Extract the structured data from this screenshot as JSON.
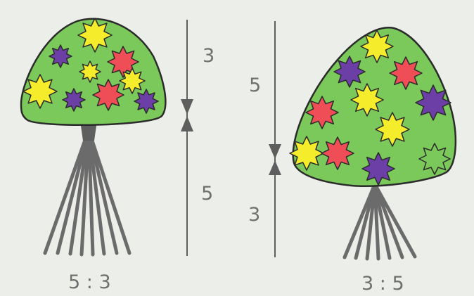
{
  "left_figure": {
    "upper_segment_label": "3",
    "lower_segment_label": "5",
    "ratio_caption": "5 : 3"
  },
  "right_figure": {
    "upper_segment_label": "5",
    "lower_segment_label": "3",
    "ratio_caption": "3 : 5"
  },
  "colors": {
    "background": "#eceee9",
    "crown_green": "#7bc95a",
    "star_yellow": "#f5ec2b",
    "star_red": "#ef4e57",
    "star_purple": "#6b3fa6",
    "outline": "#2b2b2b",
    "stem_gray": "#6b6b6b",
    "text_gray": "#6f6f6f"
  }
}
